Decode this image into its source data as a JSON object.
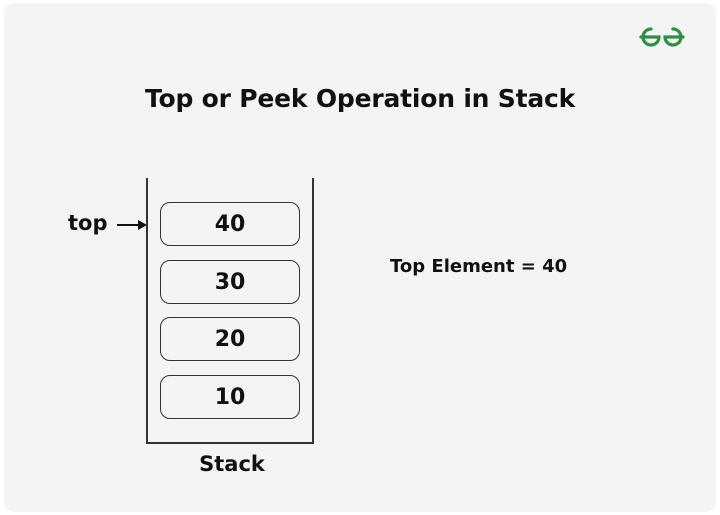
{
  "title": "Top or Peek Operation in Stack",
  "logo": {
    "icon": "gfg-logo-icon",
    "color": "#2f8d46"
  },
  "stack": {
    "items": [
      "40",
      "30",
      "20",
      "10"
    ],
    "label": "Stack"
  },
  "pointer": {
    "label": "top",
    "icon": "right-arrow-icon"
  },
  "result": {
    "text": "Top Element = 40"
  }
}
